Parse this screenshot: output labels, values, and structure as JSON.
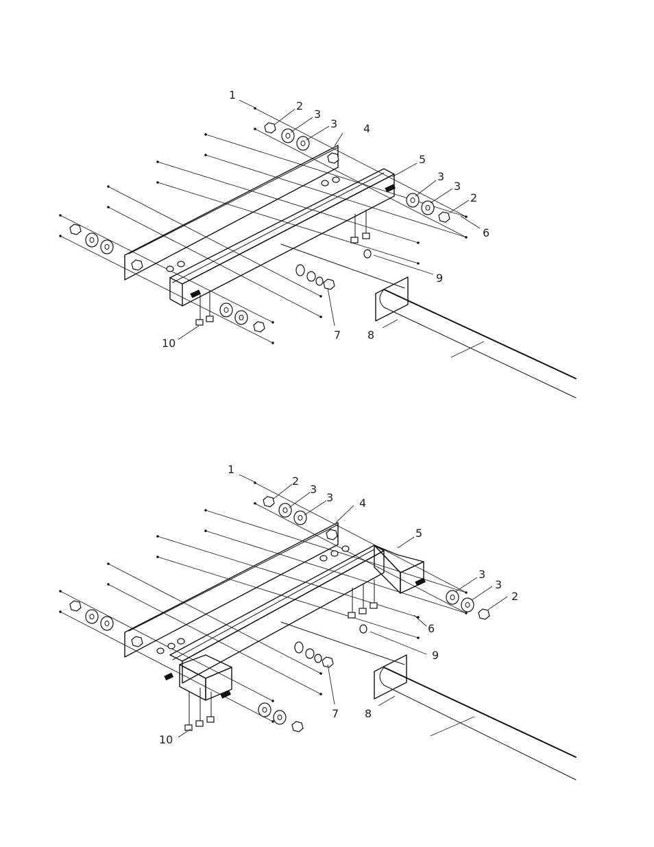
{
  "diagrams": [
    {
      "callouts": [
        {
          "text": "1"
        },
        {
          "text": "2"
        },
        {
          "text": "3"
        },
        {
          "text": "3"
        },
        {
          "text": "4"
        },
        {
          "text": "5"
        },
        {
          "text": "3"
        },
        {
          "text": "3"
        },
        {
          "text": "2"
        },
        {
          "text": "6"
        },
        {
          "text": "9"
        },
        {
          "text": "7"
        },
        {
          "text": "8"
        },
        {
          "text": "10"
        }
      ]
    },
    {
      "callouts": [
        {
          "text": "1"
        },
        {
          "text": "2"
        },
        {
          "text": "3"
        },
        {
          "text": "3"
        },
        {
          "text": "4"
        },
        {
          "text": "5"
        },
        {
          "text": "3"
        },
        {
          "text": "3"
        },
        {
          "text": "2"
        },
        {
          "text": "6"
        },
        {
          "text": "9"
        },
        {
          "text": "7"
        },
        {
          "text": "8"
        },
        {
          "text": "10"
        }
      ]
    }
  ]
}
